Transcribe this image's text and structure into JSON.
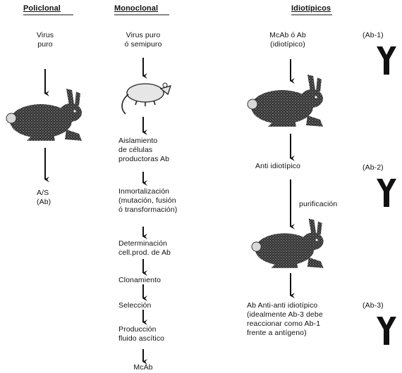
{
  "headers": {
    "polyclonal": "Policlonal",
    "monoclonal": "Monoclonal",
    "idiotypic": "Idiotípicos"
  },
  "polyclonal": {
    "source": "Virus\npuro",
    "result": "A/S\n(Ab)"
  },
  "monoclonal": {
    "source": "Virus puro\nó semipuro",
    "steps": [
      "Aislamiento\nde células\nproductoras Ab",
      "Inmortalización\n(mutación, fusión\nó transformación)",
      "Determinación\ncell.prod. de Ab",
      "Clonamiento",
      "Selección",
      "Producción\nfluido ascítico",
      "McAb"
    ]
  },
  "idiotypic": {
    "source": "McAb ó Ab\n(idiotípico)",
    "anti": "Anti idiotípico",
    "purification": "purificación",
    "anti_anti": "Ab Anti-anti idiotípico\n(idealmente Ab-3 debe\nreaccionar como Ab-1\nfrente a antígeno)",
    "antibody_labels": [
      "(Ab-1)",
      "(Ab-2)",
      "(Ab-3)"
    ]
  },
  "icons": [
    "rabbit-icon",
    "mouse-icon",
    "antibody-y-icon",
    "down-arrow-icon"
  ],
  "colors": {
    "ink": "#111111",
    "fur": "#3a3a3a",
    "background": "#ffffff"
  }
}
